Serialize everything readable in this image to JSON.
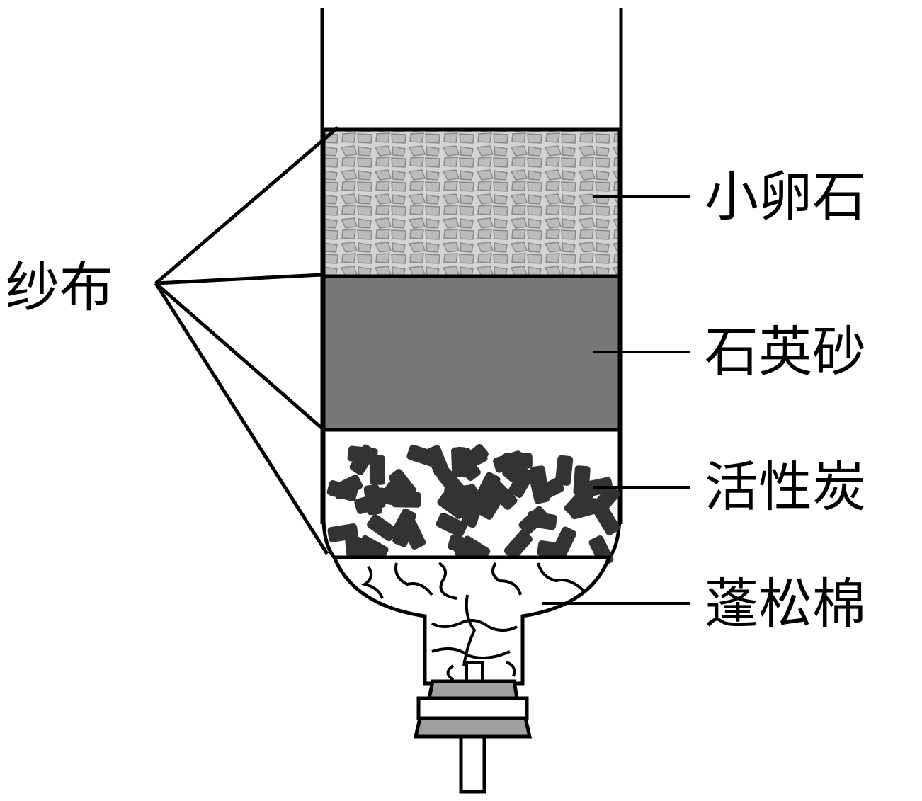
{
  "labels": {
    "gauze": "纱布",
    "pebbles": "小卵石",
    "quartz_sand": "石英砂",
    "activated_carbon": "活性炭",
    "cotton": "蓬松棉"
  },
  "colors": {
    "pebbles": "#c8c8c8",
    "sand": "#777777",
    "carbon": "#333333",
    "stopper": "#a0a0a0"
  }
}
